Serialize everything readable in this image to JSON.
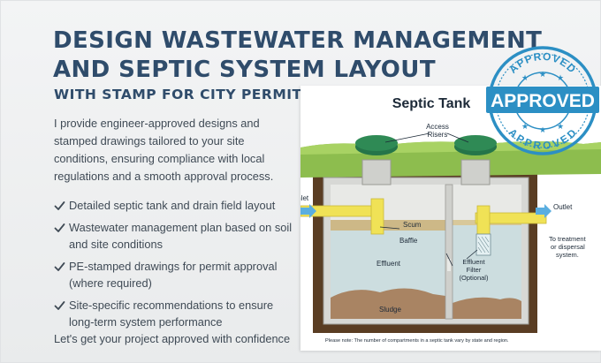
{
  "heading": {
    "title_line1": "Design Wastewater Management",
    "title_line2": "and Septic System Layout",
    "subtitle": "WITH STAMP FOR CITY PERMIT"
  },
  "intro": "I provide engineer-approved designs and stamped drawings tailored to your site conditions, ensuring compliance with local regulations and a smooth approval process.",
  "features": [
    "Detailed septic tank and drain field layout",
    "Wastewater management plan based on soil and site conditions",
    "PE-stamped drawings for permit approval (where required)",
    "Site-specific recommendations to ensure long-term system performance"
  ],
  "cta": "Let's get your project approved with confidence",
  "diagram": {
    "title": "Septic Tank",
    "access_line1": "Access",
    "access_line2": "Risers",
    "inlet": "Inlet",
    "outlet": "Outlet",
    "to_treatment_line1": "To treatment",
    "to_treatment_line2": "or dispersal",
    "to_treatment_line3": "system.",
    "scum": "Scum",
    "baffle": "Baffle",
    "effluent": "Effluent",
    "filter_line1": "Effluent",
    "filter_line2": "Filter",
    "filter_line3": "(Optional)",
    "sludge": "Sludge",
    "note": "Please note: The number of compartments in a septic tank vary by state and region."
  },
  "stamp": {
    "top": "APPROVED",
    "center": "APPROVED",
    "bottom": "APPROVED"
  },
  "colors": {
    "heading": "#2f4c6b",
    "body_text": "#3f4a55",
    "stamp": "#2c8fc4",
    "lid": "#2f8a55",
    "pipe": "#f0e256",
    "grass": "#8dbd4e",
    "soil": "#5a3d23",
    "water": "#c7dadd",
    "sludge": "#a98463"
  }
}
